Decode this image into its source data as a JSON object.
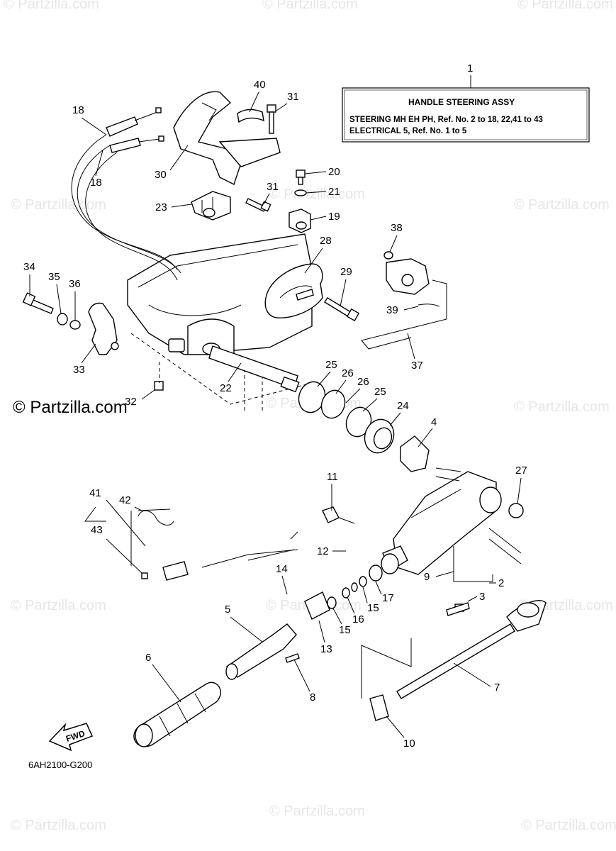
{
  "watermark": {
    "text": "© Partzilla.com",
    "main_text": "© Partzilla.com"
  },
  "info_box": {
    "ref_number": "1",
    "title": "HANDLE STEERING ASSY",
    "line1": "STEERING MH EH PH, Ref. No. 2 to 18, 22,41 to 43",
    "line2": "ELECTRICAL 5, Ref. No. 1 to 5"
  },
  "diagram_code": "6AH2100-G200",
  "fwd_label": "FWD",
  "callouts": {
    "c2": "2",
    "c3": "3",
    "c4": "4",
    "c5": "5",
    "c6": "6",
    "c7": "7",
    "c8": "8",
    "c9": "9",
    "c10": "10",
    "c11": "11",
    "c12": "12",
    "c13": "13",
    "c14": "14",
    "c15a": "15",
    "c15b": "15",
    "c16": "16",
    "c17": "17",
    "c18a": "18",
    "c18b": "18",
    "c19": "19",
    "c20": "20",
    "c21": "21",
    "c22": "22",
    "c23": "23",
    "c24": "24",
    "c25a": "25",
    "c25b": "25",
    "c26a": "26",
    "c26b": "26",
    "c27": "27",
    "c28": "28",
    "c29": "29",
    "c30": "30",
    "c31a": "31",
    "c31b": "31",
    "c32": "32",
    "c33": "33",
    "c34": "34",
    "c35": "35",
    "c36": "36",
    "c37": "37",
    "c38": "38",
    "c39": "39",
    "c40": "40",
    "c41": "41",
    "c42": "42",
    "c43": "43"
  }
}
